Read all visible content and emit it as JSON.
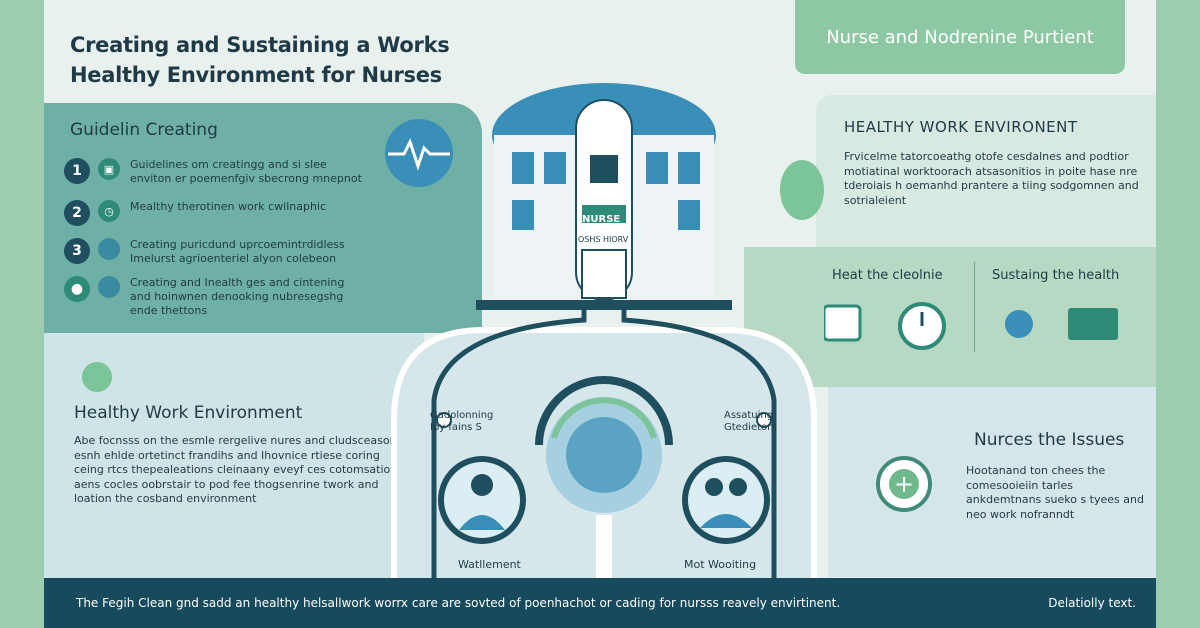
{
  "title": {
    "line1": "Creating and Sustaining a Works",
    "line2": "Healthy Environment for Nurses"
  },
  "tag": "Nurse and Nodrenine Purtient",
  "guidelines": {
    "heading": "Guidelin Creating",
    "items": [
      {
        "num": "1",
        "text": "Guidelines om creatingg and si slee enviton er poemenfgiv sbecrong mnepnot"
      },
      {
        "num": "2",
        "text": "Mealthy therotinen work cwilnaphic"
      },
      {
        "num": "3",
        "text": "Creating puricdund uprcoemintrdidless Imelurst agrioenteriel alyon colebeon"
      },
      {
        "num": "",
        "text": "Creating and Inealth ges and cintening and hoinwnen denooking nubresegshg ende thettons"
      }
    ]
  },
  "healthy_env": {
    "heading": "Healthy Work Environment",
    "text": "Abe focnsss on the esmle rergelive nures and cludsceason esnh ehlde ortetinct frandihs and Ihovnice rtiese coring ceing rtcs thepealeations cleinaany eveyf ces cotomsation aens cocles oobrstair to pod fee thogsenrine twork and loation the cosband environment"
  },
  "center": {
    "nurse_sign": "NURSE",
    "building_sign": "OSHS HIORV",
    "left_label": "Gadolonning Ipy fains S",
    "right_label": "Assatuing Gtedietom",
    "left_caption": "Watllement",
    "right_caption": "Mot Wooiting"
  },
  "right": {
    "heading": "HEALTHY WORK ENVIRONENT",
    "text": "Frvicelme tatorcoeathg otofe cesdalnes and podtior motiatinal worktoorach atsasonitios in poite hase nre tderoiais h oemanhd prantere a tiing sodgomnen and sotrialeient",
    "col1": "Heat the cleolnie",
    "col2": "Sustaing the health",
    "issues_heading": "Nurces the Issues",
    "issues_text": "Hootanand ton chees the comesooieiin tarles ankdemtnans sueko s tyees and neo work nofranndt"
  },
  "footer": {
    "left": "The Fegih Clean gnd sadd an healthy helsallwork worrx care are sovted of poenhachot or cading for nursss reavely envirtinent.",
    "right": "Delatiolly text."
  },
  "colors": {
    "bg": "#e8f1ee",
    "accent_green": "#8cc8a3",
    "teal_panel": "#6fb0a6",
    "navy": "#174a5c",
    "building_blue": "#3a8fb8"
  }
}
